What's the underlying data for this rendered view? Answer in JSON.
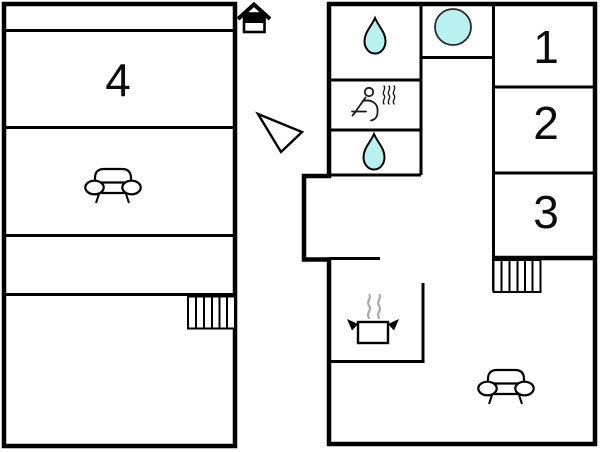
{
  "title": "Holiday home floor plan",
  "palette": {
    "line": "#000000",
    "background": "#ffffff",
    "water_fill": "#b9f1f1",
    "steam_gray": "#a9a9a9"
  },
  "buildings": {
    "left": {
      "rooms": {
        "room4": {
          "label": "4"
        }
      },
      "features": [
        "sofa-icon",
        "stairs-icon"
      ]
    },
    "right": {
      "rooms": {
        "room1": {
          "label": "1"
        },
        "room2": {
          "label": "2"
        },
        "room3": {
          "label": "3"
        }
      },
      "features": [
        "water-drop-icon",
        "sauna-icon",
        "water-drop-icon",
        "hot-tub-icon",
        "cooking-pot-icon",
        "stairs-icon",
        "sofa-icon"
      ]
    }
  },
  "icons": {
    "water_drop": "teardrop shape, cyan fill",
    "sauna": "reclining person with rising steam",
    "hot_tub": "cyan filled circle",
    "cooking_pot": "pot with two gray steam wisps",
    "sofa": "sofa outline with oval armrests",
    "stairs": "striped rectangle",
    "house_entrance": "house with black roof band",
    "north_arrow": "hollow triangle pointer"
  }
}
